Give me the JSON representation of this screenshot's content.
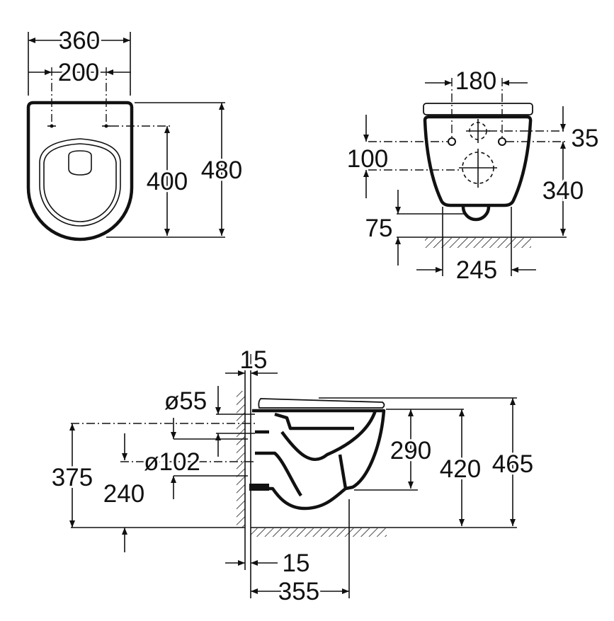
{
  "top_view": {
    "width_overall": "360",
    "fixing_spacing": "200",
    "fixing_to_front": "400",
    "depth_overall": "480"
  },
  "front_view": {
    "fixing_spacing": "180",
    "fixing_offset": "35",
    "fixing_height": "100",
    "height_to_fixing": "340",
    "outlet_height": "75",
    "base_width": "245"
  },
  "side_view": {
    "wall_gap_top": "15",
    "inlet_diameter": "ø55",
    "outlet_diameter": "ø102",
    "inlet_height": "375",
    "outlet_height": "240",
    "bowl_depth": "290",
    "rim_height": "420",
    "seat_height": "465",
    "wall_gap_bottom": "15",
    "outlet_projection": "355"
  }
}
